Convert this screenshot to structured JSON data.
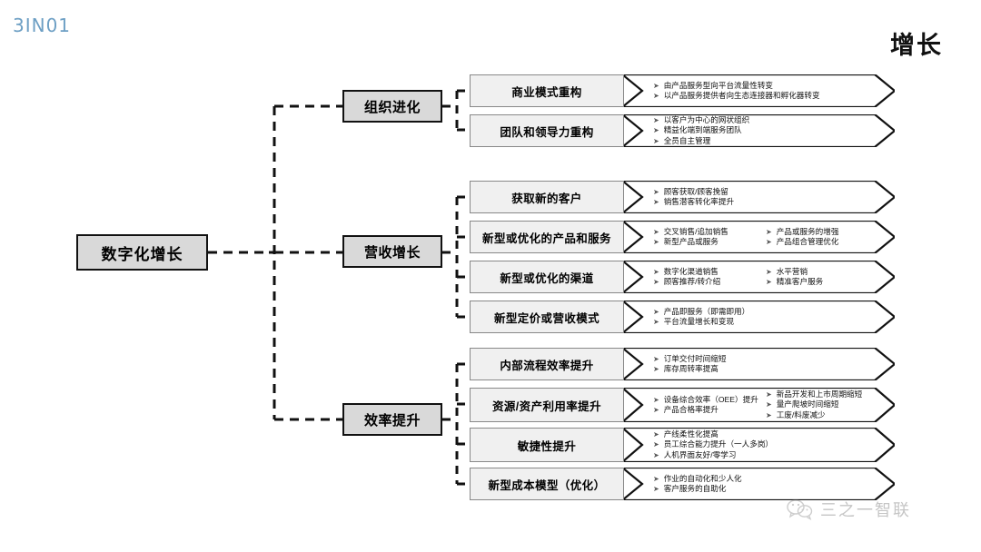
{
  "brand": {
    "logo": "3IN01"
  },
  "header": {
    "title": "增长"
  },
  "root": {
    "label": "数字化增长"
  },
  "branches": [
    {
      "label": "组织进化"
    },
    {
      "label": "营收增长"
    },
    {
      "label": "效率提升"
    }
  ],
  "rows": [
    {
      "label": "商业模式重构",
      "col_a": [
        "由产品服务型向平台流量性转变",
        "以产品服务提供者向生态连接器和孵化器转变"
      ],
      "col_b": []
    },
    {
      "label": "团队和领导力重构",
      "col_a": [
        "以客户为中心的网状组织",
        "精益化端到端服务团队",
        "全员自主管理"
      ],
      "col_b": []
    },
    {
      "label": "获取新的客户",
      "col_a": [
        "顾客获取/顾客挽留",
        "销售潜客转化率提升"
      ],
      "col_b": []
    },
    {
      "label": "新型或优化的产品和服务",
      "col_a": [
        "交叉销售/追加销售",
        "新型产品或服务"
      ],
      "col_b": [
        "产品或服务的增强",
        "产品组合管理优化"
      ]
    },
    {
      "label": "新型或优化的渠道",
      "col_a": [
        "数字化渠道销售",
        "顾客推荐/转介绍"
      ],
      "col_b": [
        "水平营销",
        "精准客户服务"
      ]
    },
    {
      "label": "新型定价或营收模式",
      "col_a": [
        "产品即服务（即需即用）",
        "平台流量增长和变现"
      ],
      "col_b": []
    },
    {
      "label": "内部流程效率提升",
      "col_a": [
        "订单交付时间缩短",
        "库存周转率提高"
      ],
      "col_b": []
    },
    {
      "label": "资源/资产利用率提升",
      "col_a": [
        "设备综合效率（OEE）提升",
        "产品合格率提升"
      ],
      "col_b": [
        "新品开发和上市周期缩短",
        "量产爬坡时间缩短",
        "工废/料废减少"
      ]
    },
    {
      "label": "敏捷性提升",
      "col_a": [
        "产线柔性化提高",
        "员工综合能力提升（一人多岗）",
        "人机界面友好/零学习"
      ],
      "col_b": []
    },
    {
      "label": "新型成本模型（优化）",
      "col_a": [
        "作业的自动化和少人化",
        "客户服务的自助化"
      ],
      "col_b": []
    }
  ],
  "watermark": {
    "text": "三之一智联",
    "icon": "wechat-icon"
  },
  "colors": {
    "node_fill": "#d9d9d9",
    "row_fill": "#f0f0f0",
    "outline": "#111111",
    "logo": "#6d9fc4"
  }
}
